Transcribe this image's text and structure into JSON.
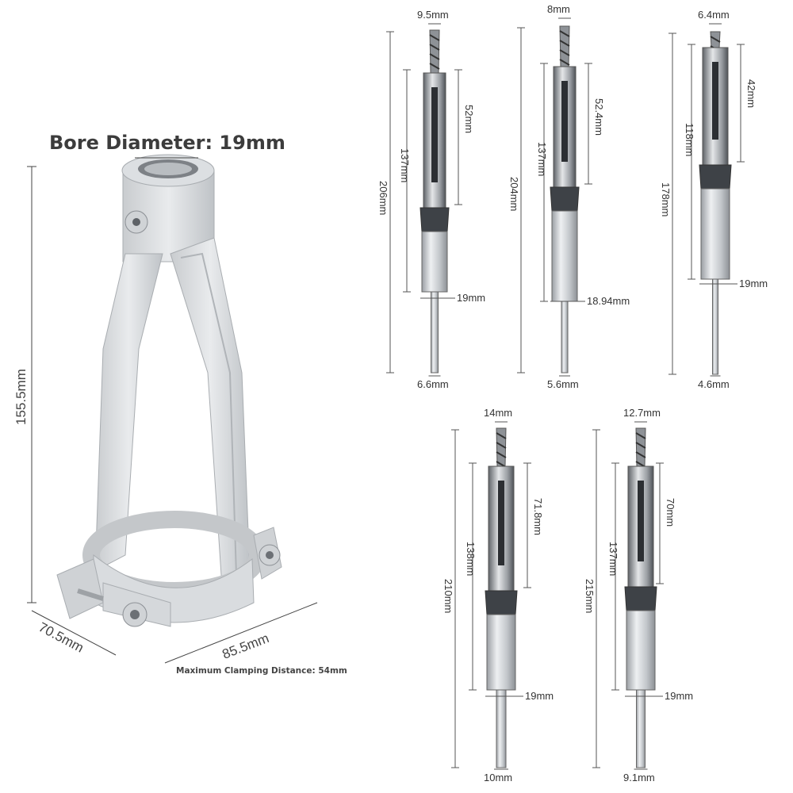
{
  "title": "Bore Diameter: 19mm",
  "clamp_note": "Maximum Clamping Distance: 54mm",
  "stand": {
    "height": "155.5mm",
    "depth": "70.5mm",
    "width": "85.5mm"
  },
  "bits": [
    {
      "tip": "9.5mm",
      "chisel": "52mm",
      "body": "137mm",
      "total": "206mm",
      "collar": "19mm",
      "shank": "6.6mm"
    },
    {
      "tip": "8mm",
      "chisel": "52.4mm",
      "body": "137mm",
      "total": "204mm",
      "collar": "18.94mm",
      "shank": "5.6mm"
    },
    {
      "tip": "6.4mm",
      "chisel": "42mm",
      "body": "118mm",
      "total": "178mm",
      "collar": "19mm",
      "shank": "4.6mm"
    },
    {
      "tip": "14mm",
      "chisel": "71.8mm",
      "body": "138mm",
      "total": "210mm",
      "collar": "19mm",
      "shank": "10mm"
    },
    {
      "tip": "12.7mm",
      "chisel": "70mm",
      "body": "137mm",
      "total": "215mm",
      "collar": "19mm",
      "shank": "9.1mm"
    }
  ],
  "colors": {
    "metal_light": "#e6e8ea",
    "metal_mid": "#b9bdc1",
    "metal_dark": "#6f7378",
    "line": "#555555"
  }
}
